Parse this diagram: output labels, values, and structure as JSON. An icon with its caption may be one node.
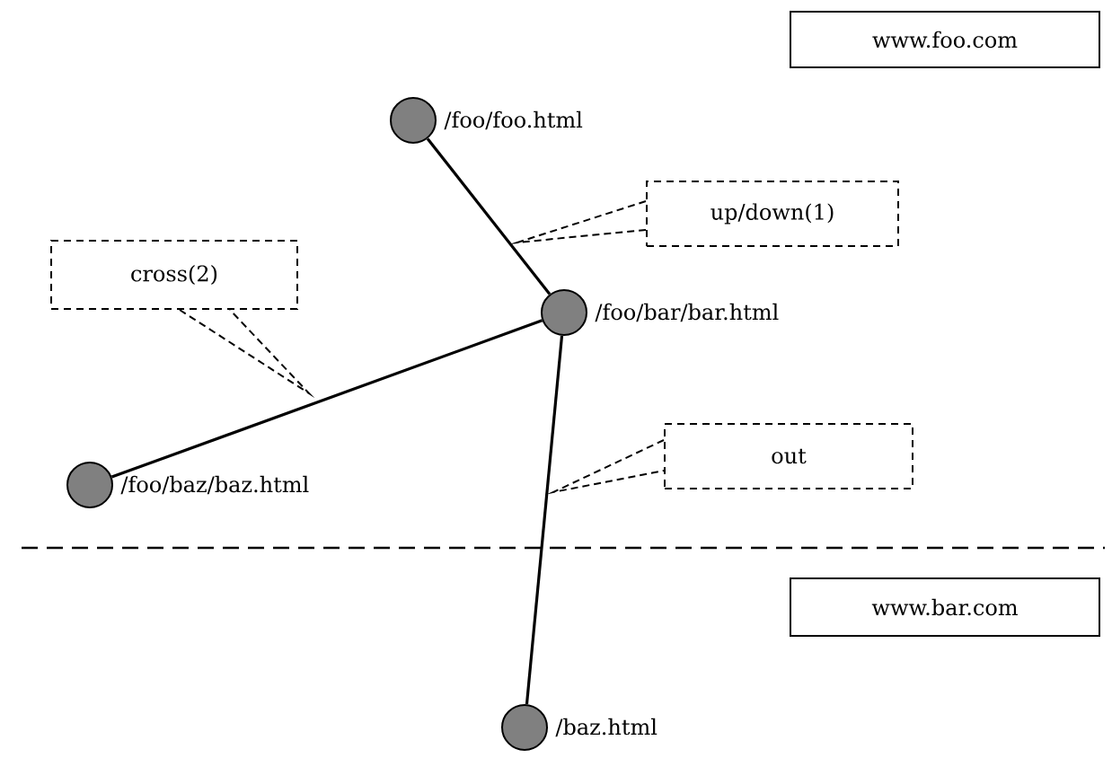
{
  "diagram": {
    "nodes": [
      {
        "text": [
          "www.foo.com"
        ]
      },
      {
        "text": [],
        "shape": "circle",
        "beside": [
          "/foo/foo.html"
        ]
      },
      {
        "text": [
          "up/down(1)"
        ]
      },
      {
        "text": [],
        "shape": "circle",
        "beside": [
          "/foo/bar/bar.html"
        ]
      },
      {
        "text": [
          "cross(2)"
        ]
      },
      {
        "text": [],
        "shape": "circle",
        "beside": [
          "/foo/baz/baz.html"
        ]
      },
      {
        "text": [
          "out"
        ]
      },
      {
        "text": [
          "www.bar.com"
        ]
      },
      {
        "text": [],
        "shape": "circle",
        "beside": [
          "/baz.html"
        ]
      }
    ],
    "edges": [
      {
        "from": 1,
        "to": 3,
        "arrow": "none"
      },
      {
        "from": 3,
        "to": 5,
        "arrow": "none"
      },
      {
        "from": 3,
        "to": 8,
        "arrow": "none"
      },
      {
        "from": 2,
        "to": null,
        "arrow": "none",
        "style": "dashed"
      },
      {
        "from": 4,
        "to": null,
        "arrow": "none",
        "style": "dashed"
      },
      {
        "from": 6,
        "to": null,
        "arrow": "none",
        "style": "dashed"
      }
    ]
  }
}
